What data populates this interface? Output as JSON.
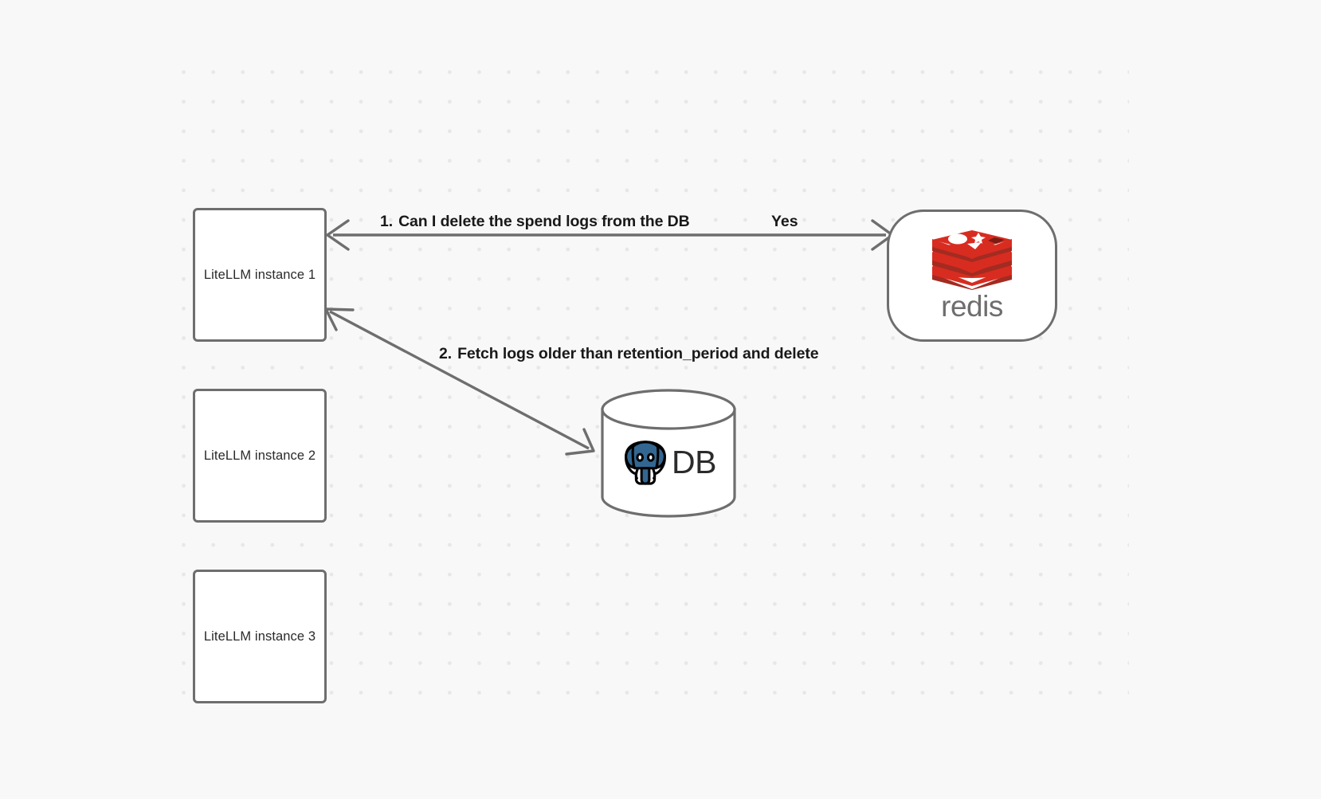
{
  "diagram": {
    "background_color": "#f8f8f9",
    "grid_dot_color": "#e7e7e8",
    "stroke_color": "#6e6e6e",
    "nodes": [
      {
        "id": "instance-1",
        "label": "LiteLLM instance 1",
        "shape": "rounded-rect"
      },
      {
        "id": "instance-2",
        "label": "LiteLLM instance 2",
        "shape": "rounded-rect"
      },
      {
        "id": "instance-3",
        "label": "LiteLLM instance 3",
        "shape": "rounded-rect"
      },
      {
        "id": "redis",
        "label": "redis",
        "shape": "rounded-rect",
        "icon": "redis-logo-icon",
        "accent_color": "#d82c20"
      },
      {
        "id": "database",
        "label": "DB",
        "shape": "cylinder",
        "icon": "postgresql-elephant-icon",
        "accent_color": "#336791"
      }
    ],
    "edges": [
      {
        "id": "edge-1",
        "from": "instance-1",
        "to": "redis",
        "direction": "bidirectional",
        "label": "1.  Can I delete the spend logs from the DB",
        "step_number": "1.",
        "step_text": "Can I delete the spend logs from the DB",
        "reply_label": "Yes"
      },
      {
        "id": "edge-2",
        "from": "instance-1",
        "to": "database",
        "direction": "bidirectional",
        "label": "2.  Fetch logs older than retention_period and delete",
        "step_number": "2.",
        "step_text": "Fetch logs older than retention_period and delete"
      }
    ]
  }
}
